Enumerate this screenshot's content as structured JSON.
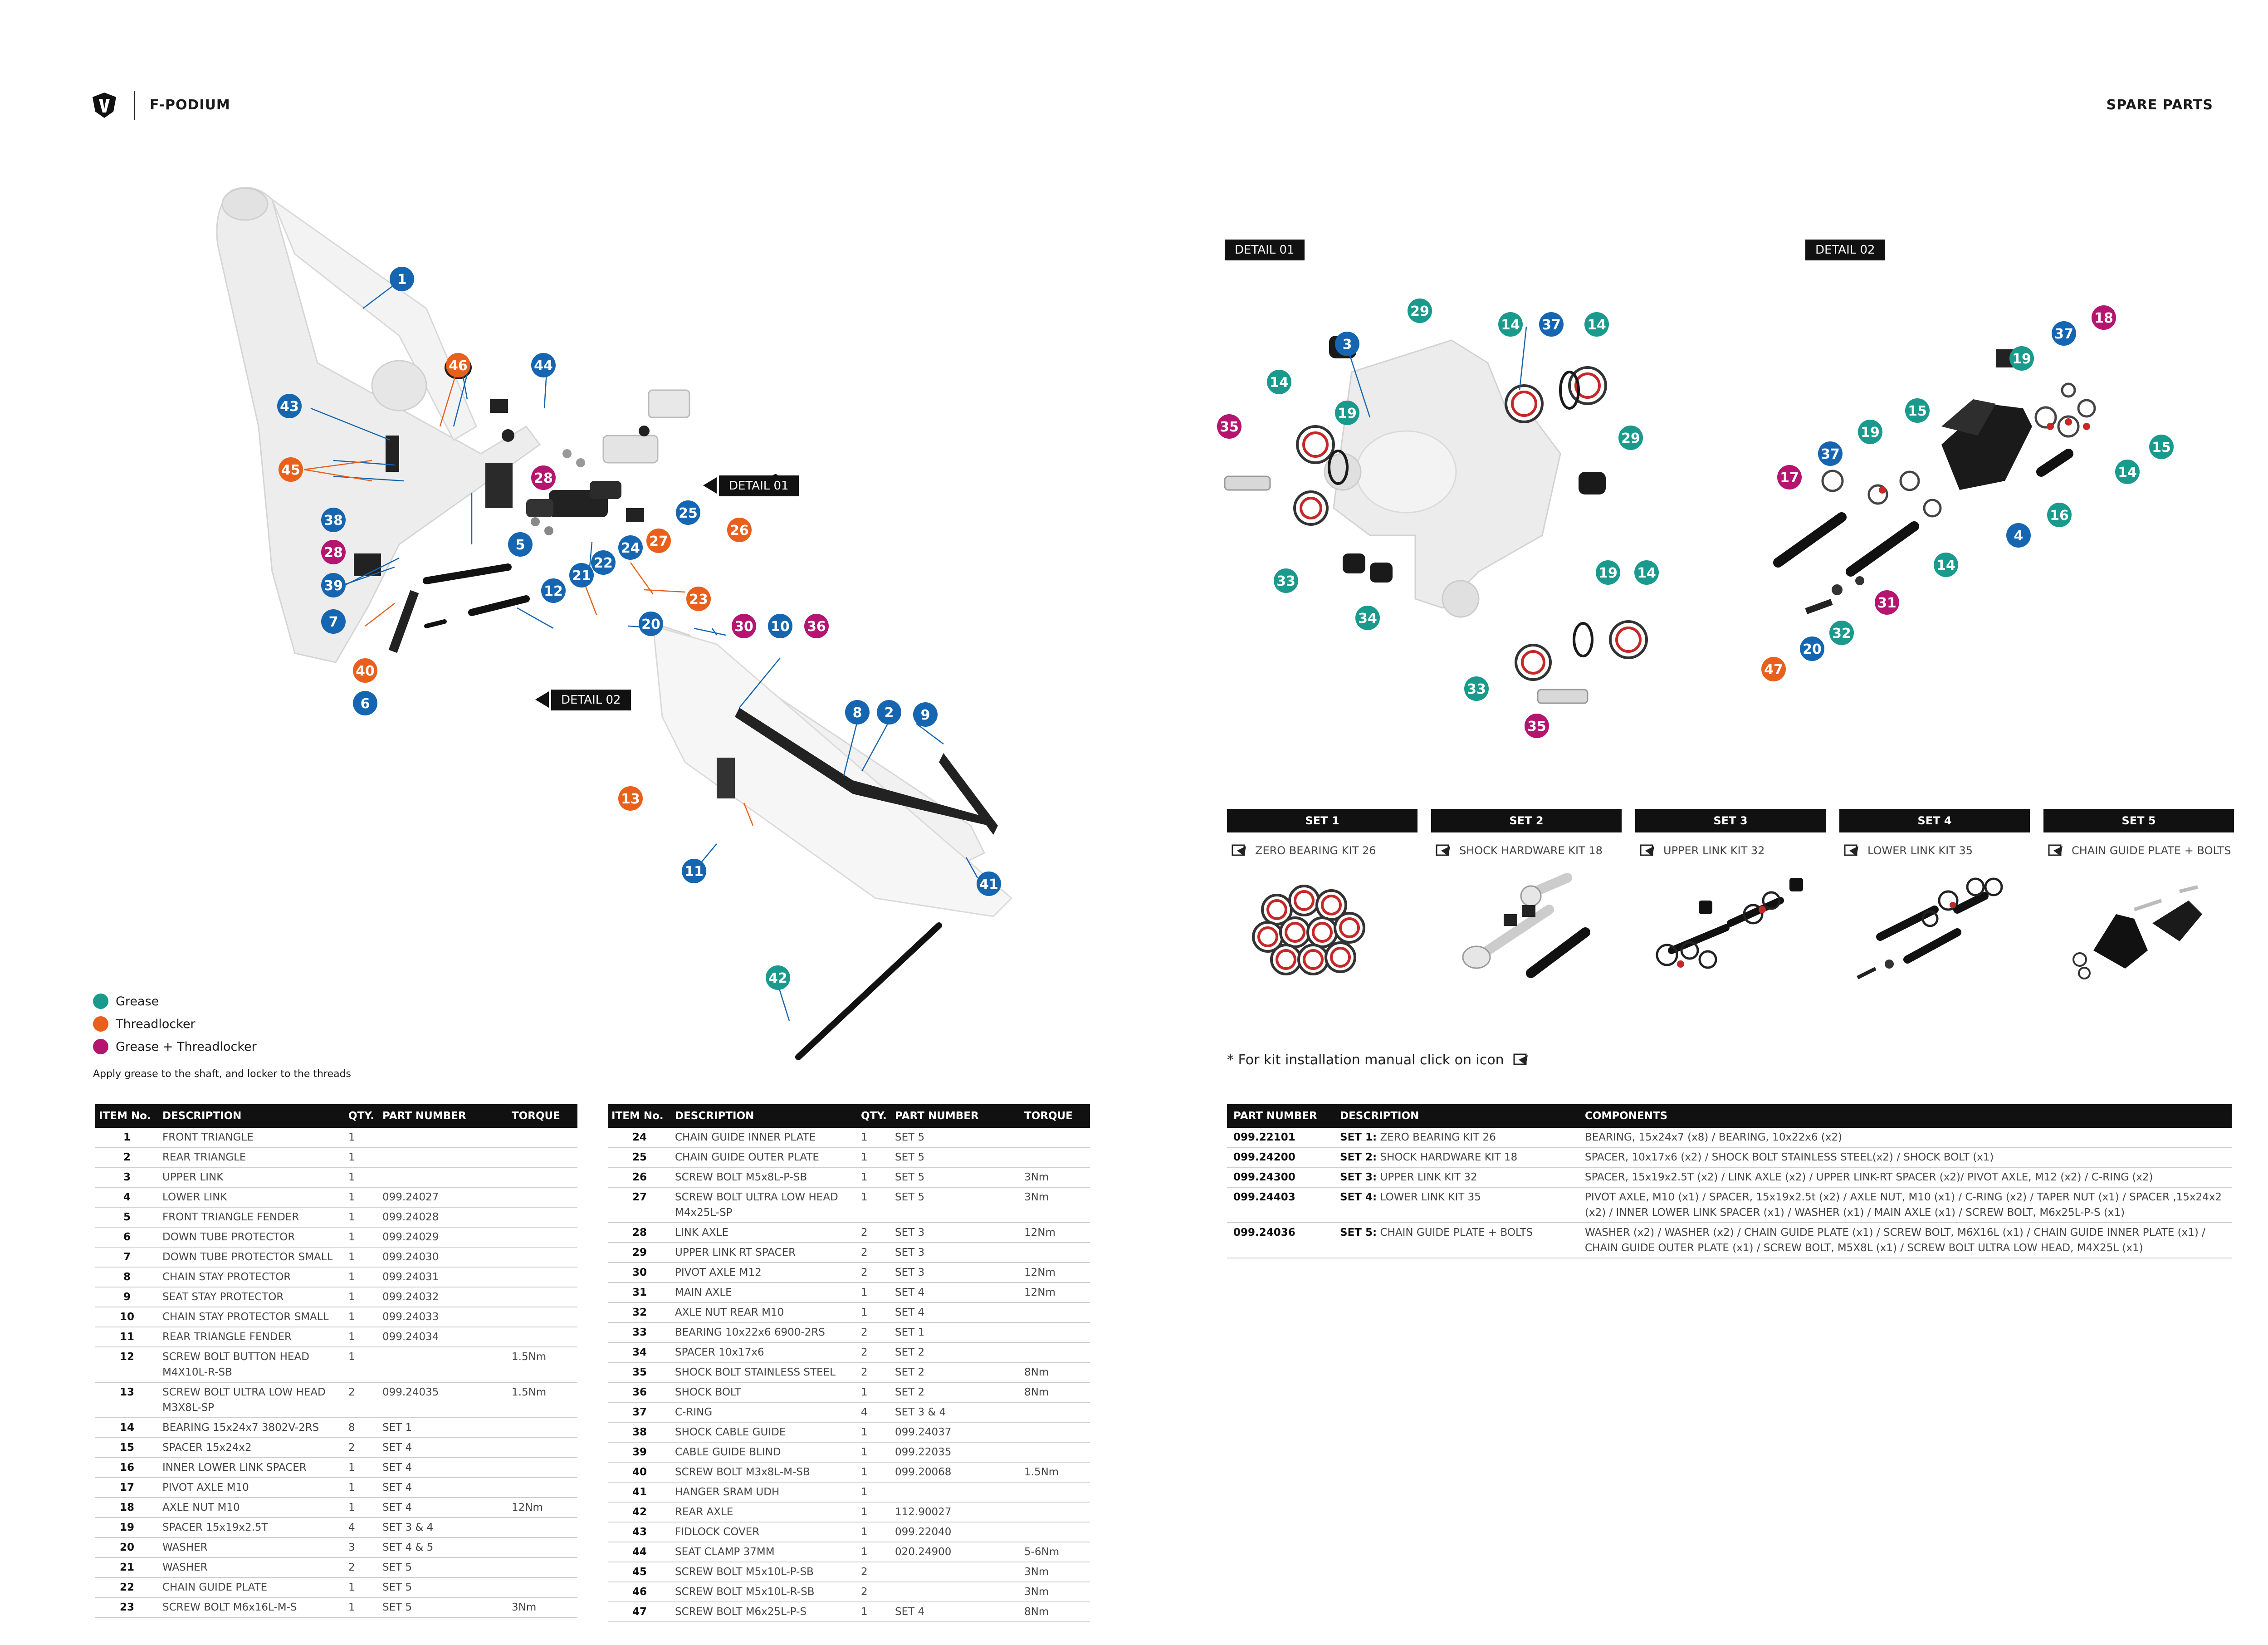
{
  "header": {
    "brand_title": "F-PODIUM",
    "right_title": "SPARE PARTS",
    "logo_icon": "bike-brand-logo-icon"
  },
  "detail_tags": {
    "detail01": "DETAIL 01",
    "detail02": "DETAIL 02"
  },
  "colors": {
    "grease": "#1a9a8c",
    "threadlocker": "#e8601c",
    "grease_threadlocker": "#b5146f",
    "blue": "#1565b0"
  },
  "legend": {
    "grease": "Grease",
    "threadlocker": "Threadlocker",
    "grease_threadlocker": "Grease + Threadlocker",
    "note": "Apply grease to the shaft, and locker to the threads"
  },
  "main_callouts": [
    "1",
    "46",
    "44",
    "43",
    "45",
    "28",
    "38",
    "28",
    "5",
    "12",
    "39",
    "7",
    "40",
    "6",
    "22",
    "21",
    "24",
    "27",
    "26",
    "25",
    "23",
    "20",
    "30",
    "10",
    "36",
    "8",
    "2",
    "9",
    "13",
    "11",
    "41",
    "42"
  ],
  "detail01_callouts": [
    "29",
    "14",
    "37",
    "14",
    "3",
    "14",
    "19",
    "35",
    "29",
    "33",
    "34",
    "19",
    "14",
    "33",
    "35"
  ],
  "detail02_callouts": [
    "18",
    "37",
    "19",
    "15",
    "19",
    "17",
    "37",
    "15",
    "14",
    "16",
    "4",
    "14",
    "31",
    "32",
    "20",
    "47"
  ],
  "parts_table": {
    "headers": [
      "ITEM No.",
      "DESCRIPTION",
      "QTY.",
      "PART NUMBER",
      "TORQUE"
    ],
    "left_rows": [
      [
        "1",
        "FRONT TRIANGLE",
        "1",
        "",
        ""
      ],
      [
        "2",
        "REAR TRIANGLE",
        "1",
        "",
        ""
      ],
      [
        "3",
        "UPPER LINK",
        "1",
        "",
        ""
      ],
      [
        "4",
        "LOWER LINK",
        "1",
        "099.24027",
        ""
      ],
      [
        "5",
        "FRONT TRIANGLE FENDER",
        "1",
        "099.24028",
        ""
      ],
      [
        "6",
        "DOWN TUBE PROTECTOR",
        "1",
        "099.24029",
        ""
      ],
      [
        "7",
        "DOWN TUBE PROTECTOR SMALL",
        "1",
        "099.24030",
        ""
      ],
      [
        "8",
        "CHAIN STAY PROTECTOR",
        "1",
        "099.24031",
        ""
      ],
      [
        "9",
        "SEAT STAY PROTECTOR",
        "1",
        "099.24032",
        ""
      ],
      [
        "10",
        "CHAIN STAY PROTECTOR SMALL",
        "1",
        "099.24033",
        ""
      ],
      [
        "11",
        "REAR TRIANGLE FENDER",
        "1",
        "099.24034",
        ""
      ],
      [
        "12",
        "SCREW BOLT BUTTON HEAD M4X10L-R-SB",
        "1",
        "",
        "1.5Nm"
      ],
      [
        "13",
        "SCREW BOLT ULTRA LOW HEAD M3X8L-SP",
        "2",
        "099.24035",
        "1.5Nm"
      ],
      [
        "14",
        "BEARING 15x24x7 3802V-2RS",
        "8",
        "SET 1",
        ""
      ],
      [
        "15",
        "SPACER 15x24x2",
        "2",
        "SET 4",
        ""
      ],
      [
        "16",
        "INNER LOWER LINK SPACER",
        "1",
        "SET 4",
        ""
      ],
      [
        "17",
        "PIVOT AXLE M10",
        "1",
        "SET 4",
        ""
      ],
      [
        "18",
        "AXLE NUT M10",
        "1",
        "SET 4",
        "12Nm"
      ],
      [
        "19",
        "SPACER 15x19x2.5T",
        "4",
        "SET 3 & 4",
        ""
      ],
      [
        "20",
        "WASHER",
        "3",
        "SET 4 & 5",
        ""
      ],
      [
        "21",
        "WASHER",
        "2",
        "SET 5",
        ""
      ],
      [
        "22",
        "CHAIN GUIDE PLATE",
        "1",
        "SET 5",
        ""
      ],
      [
        "23",
        "SCREW BOLT M6x16L-M-S",
        "1",
        "SET 5",
        "3Nm"
      ]
    ],
    "right_rows": [
      [
        "24",
        "CHAIN GUIDE INNER PLATE",
        "1",
        "SET 5",
        ""
      ],
      [
        "25",
        "CHAIN GUIDE OUTER PLATE",
        "1",
        "SET 5",
        ""
      ],
      [
        "26",
        "SCREW BOLT M5x8L-P-SB",
        "1",
        "SET 5",
        "3Nm"
      ],
      [
        "27",
        "SCREW BOLT ULTRA LOW HEAD M4x25L-SP",
        "1",
        "SET 5",
        "3Nm"
      ],
      [
        "28",
        "LINK AXLE",
        "2",
        "SET 3",
        "12Nm"
      ],
      [
        "29",
        "UPPER LINK RT SPACER",
        "2",
        "SET 3",
        ""
      ],
      [
        "30",
        "PIVOT AXLE M12",
        "2",
        "SET 3",
        "12Nm"
      ],
      [
        "31",
        "MAIN AXLE",
        "1",
        "SET 4",
        "12Nm"
      ],
      [
        "32",
        "AXLE NUT REAR M10",
        "1",
        "SET 4",
        ""
      ],
      [
        "33",
        "BEARING 10x22x6 6900-2RS",
        "2",
        "SET 1",
        ""
      ],
      [
        "34",
        "SPACER 10x17x6",
        "2",
        "SET 2",
        ""
      ],
      [
        "35",
        "SHOCK BOLT STAINLESS STEEL",
        "2",
        "SET 2",
        "8Nm"
      ],
      [
        "36",
        "SHOCK BOLT",
        "1",
        "SET 2",
        "8Nm"
      ],
      [
        "37",
        "C-RING",
        "4",
        "SET 3 & 4",
        ""
      ],
      [
        "38",
        "SHOCK CABLE GUIDE",
        "1",
        "099.24037",
        ""
      ],
      [
        "39",
        "CABLE GUIDE BLIND",
        "1",
        "099.22035",
        ""
      ],
      [
        "40",
        "SCREW BOLT M3x8L-M-SB",
        "1",
        "099.20068",
        "1.5Nm"
      ],
      [
        "41",
        "HANGER SRAM UDH",
        "1",
        "",
        ""
      ],
      [
        "42",
        "REAR AXLE",
        "1",
        "112.90027",
        ""
      ],
      [
        "43",
        "FIDLOCK COVER",
        "1",
        "099.22040",
        ""
      ],
      [
        "44",
        "SEAT CLAMP 37MM",
        "1",
        "020.24900",
        "5-6Nm"
      ],
      [
        "45",
        "SCREW BOLT M5x10L-P-SB",
        "2",
        "",
        "3Nm"
      ],
      [
        "46",
        "SCREW BOLT M5x10L-R-SB",
        "2",
        "",
        "3Nm"
      ],
      [
        "47",
        "SCREW BOLT M6x25L-P-S",
        "1",
        "SET 4",
        "8Nm"
      ]
    ]
  },
  "sets": [
    {
      "bar": "SET 1",
      "label": "ZERO BEARING KIT 26"
    },
    {
      "bar": "SET 2",
      "label": "SHOCK HARDWARE KIT 18"
    },
    {
      "bar": "SET 3",
      "label": "UPPER LINK KIT 32"
    },
    {
      "bar": "SET 4",
      "label": "LOWER LINK KIT 35"
    },
    {
      "bar": "SET 5",
      "label": "CHAIN GUIDE PLATE + BOLTS"
    }
  ],
  "kit_note": "* For kit installation manual click on icon",
  "kits_table": {
    "headers": [
      "PART NUMBER",
      "DESCRIPTION",
      "COMPONENTS"
    ],
    "rows": [
      {
        "pn": "099.22101",
        "set": "SET 1:",
        "desc": "ZERO BEARING KIT 26",
        "components": "BEARING, 15x24x7 (x8) / BEARING, 10x22x6 (x2)"
      },
      {
        "pn": "099.24200",
        "set": "SET 2:",
        "desc": "SHOCK HARDWARE KIT 18",
        "components": "SPACER, 10x17x6 (x2) / SHOCK BOLT STAINLESS STEEL(x2) / SHOCK BOLT (x1)"
      },
      {
        "pn": "099.24300",
        "set": "SET 3:",
        "desc": "UPPER LINK KIT 32",
        "components": "SPACER, 15x19x2.5T (x2) /  LINK AXLE (x2) / UPPER LINK-RT SPACER (x2)/ PIVOT AXLE, M12 (x2) / C-RING (x2)"
      },
      {
        "pn": "099.24403",
        "set": "SET 4:",
        "desc": "LOWER LINK KIT 35",
        "components": "PIVOT AXLE, M10 (x1) / SPACER, 15x19x2.5t (x2) / AXLE NUT, M10 (x1) / C-RING (x2) / TAPER NUT (x1) / SPACER ,15x24x2 (x2) / INNER LOWER LINK SPACER (x1) / WASHER (x1) / MAIN AXLE (x1) / SCREW BOLT, M6x25L-P-S (x1)"
      },
      {
        "pn": "099.24036",
        "set": "SET 5:",
        "desc": "CHAIN GUIDE PLATE + BOLTS",
        "components": "WASHER (x2) / WASHER (x2) / CHAIN GUIDE PLATE (x1) / SCREW BOLT, M6X16L (x1) / CHAIN GUIDE INNER PLATE (x1)  / CHAIN GUIDE OUTER PLATE (x1)  /  SCREW BOLT, M5X8L (x1) / SCREW BOLT ULTRA LOW HEAD, M4X25L (x1)"
      }
    ]
  }
}
